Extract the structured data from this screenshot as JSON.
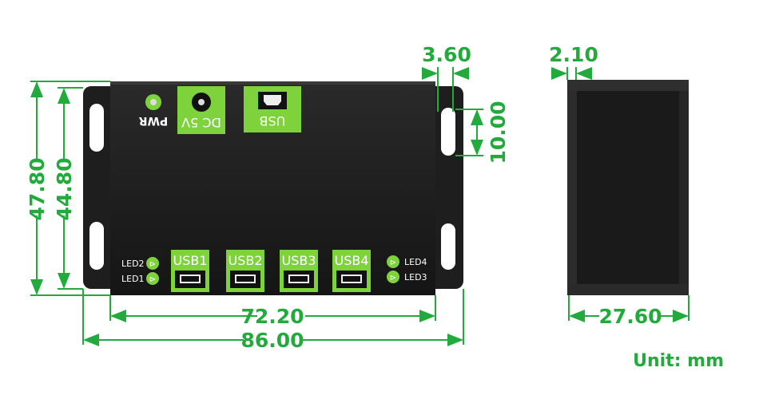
{
  "front_view": {
    "top_labels": {
      "pwr": "PWR",
      "dc": "DC 5V",
      "usb": "USB"
    },
    "ports": [
      "USB1",
      "USB2",
      "USB3",
      "USB4"
    ],
    "leds_left": [
      "LED2",
      "LED1"
    ],
    "leds_right": [
      "LED4",
      "LED3"
    ]
  },
  "dimensions": {
    "total_height": "47.80",
    "body_height": "44.80",
    "body_width": "72.20",
    "total_width": "86.00",
    "slot_width": "3.60",
    "slot_height": "10.00",
    "side_flange": "2.10",
    "side_depth": "27.60"
  },
  "unit_label": "Unit: mm",
  "colors": {
    "dimension": "#22aa3c",
    "accent_green": "#7ed23c",
    "body": "#1c1c1c"
  }
}
